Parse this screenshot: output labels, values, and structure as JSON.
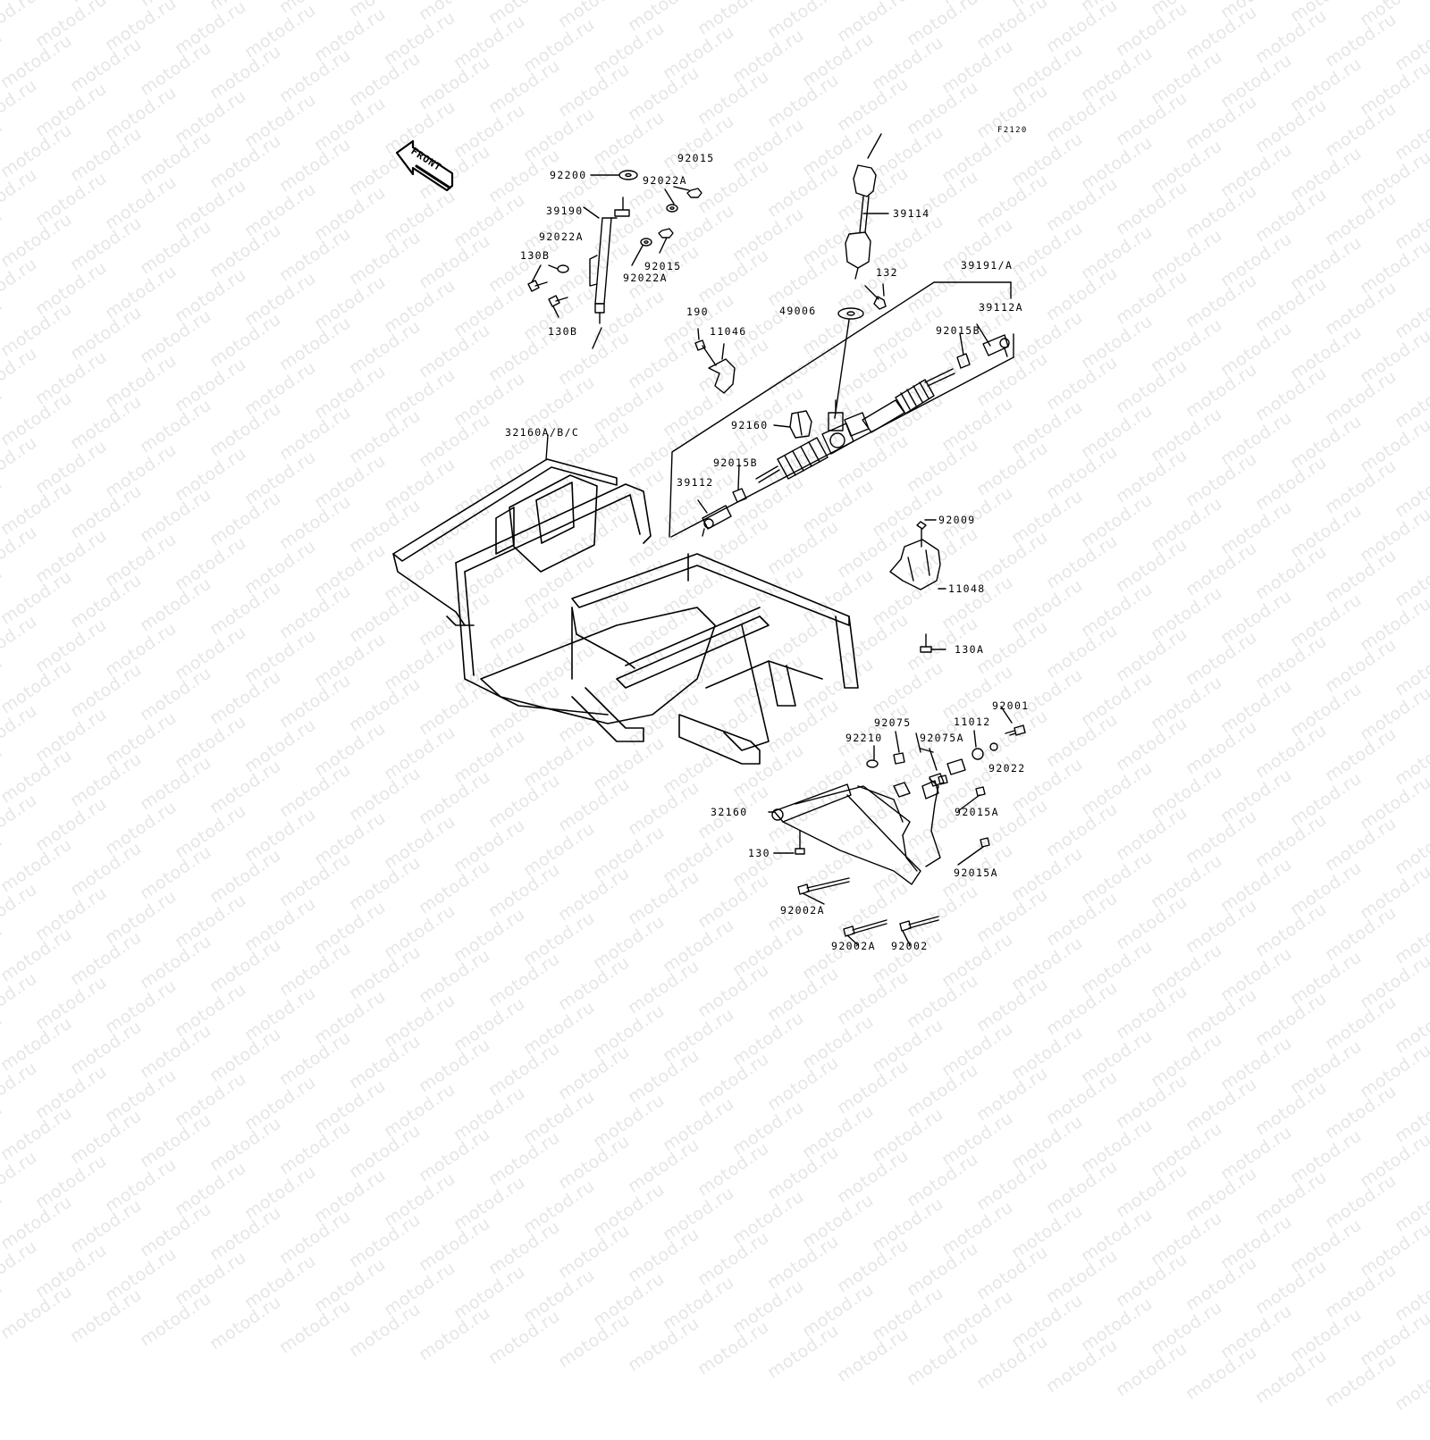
{
  "figure": {
    "code": "F2120",
    "front_label": "FRONT",
    "watermark_text": "motod.ru"
  },
  "parts": {
    "p92015_top": "92015",
    "p92200": "92200",
    "p92022A_top": "92022A",
    "p39190": "39190",
    "p92022A_left": "92022A",
    "p130B_left": "130B",
    "p92015_mid": "92015",
    "p92022A_mid": "92022A",
    "p130B_bottom": "130B",
    "p39114": "39114",
    "p39191A": "39191/A",
    "p132": "132",
    "p39112A": "39112A",
    "p49006": "49006",
    "p92015B_right": "92015B",
    "p190": "190",
    "p11046": "11046",
    "p92160": "92160",
    "p92015B_left": "92015B",
    "p39112": "39112",
    "p32160ABC": "32160A/B/C",
    "p92009": "92009",
    "p11048": "11048",
    "p130A": "130A",
    "p92001": "92001",
    "p92075": "92075",
    "p11012": "11012",
    "p92210": "92210",
    "p92075A": "92075A",
    "p92022": "92022",
    "p92015A_top": "92015A",
    "p32160": "32160",
    "p130": "130",
    "p92015A_bottom": "92015A",
    "p92002A_left": "92002A",
    "p92002A_bottom": "92002A",
    "p92002": "92002"
  }
}
